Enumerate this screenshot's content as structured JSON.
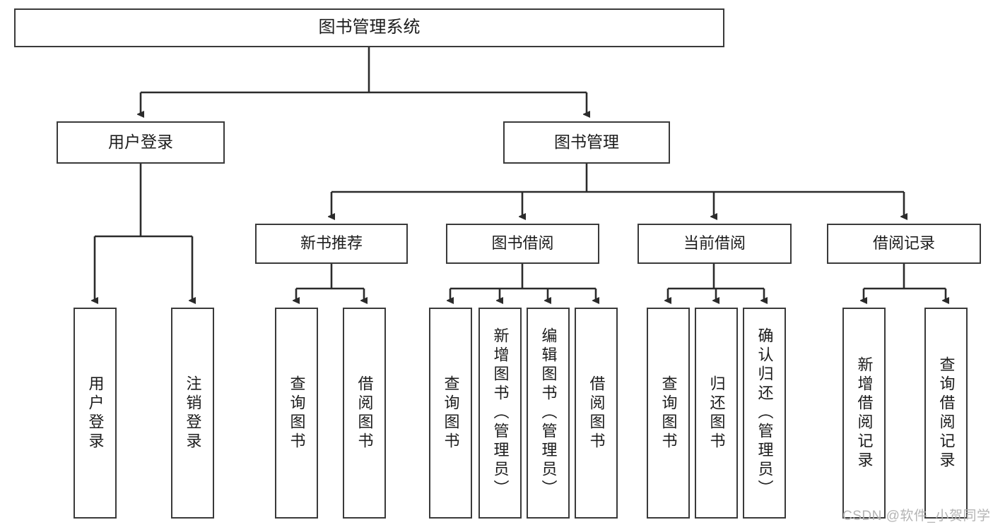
{
  "diagram": {
    "type": "tree-hierarchy-chart",
    "title_node": {
      "label": "图书管理系统"
    },
    "level2": [
      {
        "label": "用户登录"
      },
      {
        "label": "图书管理"
      }
    ],
    "level3": [
      {
        "label": "新书推荐"
      },
      {
        "label": "图书借阅"
      },
      {
        "label": "当前借阅"
      },
      {
        "label": "借阅记录"
      }
    ],
    "leaves": {
      "user_login": [
        {
          "label": "用户登录"
        },
        {
          "label": "注销登录"
        }
      ],
      "new_book_recommend": [
        {
          "label": "查询图书"
        },
        {
          "label": "借阅图书"
        }
      ],
      "book_borrow": [
        {
          "label": "查询图书"
        },
        {
          "label": "新增图书（管理员）"
        },
        {
          "label": "编辑图书（管理员）"
        },
        {
          "label": "借阅图书"
        }
      ],
      "current_borrow": [
        {
          "label": "查询图书"
        },
        {
          "label": "归还图书"
        },
        {
          "label": "确认归还（管理员）"
        }
      ],
      "borrow_record": [
        {
          "label": "新增借阅记录"
        },
        {
          "label": "查询借阅记录"
        }
      ]
    }
  },
  "watermark": {
    "text": "CSDN @软件_小贺同学"
  },
  "colors": {
    "box_border": "#3a3a3a",
    "connector": "#2b2b2b",
    "text": "#1c1c1c",
    "watermark": "#b4b4b4",
    "background": "#ffffff"
  }
}
